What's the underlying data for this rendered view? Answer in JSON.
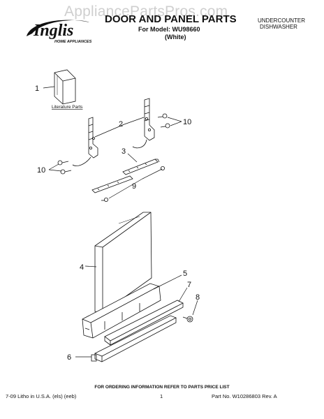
{
  "watermark": "AppliancePartsPros.com",
  "brand": {
    "name": "Inglis",
    "tagline": "HOME APPLIANCES"
  },
  "header": {
    "title": "DOOR AND PANEL PARTS",
    "model_line": "For Model: WU98660",
    "color_line": "(White)",
    "category_line1": "UNDERCOUNTER",
    "category_line2": "DISHWASHER"
  },
  "diagram": {
    "literature_label": "Literature Parts",
    "callouts": {
      "c1": "1",
      "c2": "2",
      "c3": "3",
      "c4": "4",
      "c5": "5",
      "c6": "6",
      "c7": "7",
      "c8": "8",
      "c9": "9",
      "c10_left": "10",
      "c10_right": "10"
    }
  },
  "footer": {
    "notice": "FOR ORDERING INFORMATION REFER TO PARTS PRICE LIST",
    "left": "7-09 Litho in U.S.A. (els) (eeb)",
    "page": "1",
    "right": "Part No. W10286803 Rev. A"
  }
}
